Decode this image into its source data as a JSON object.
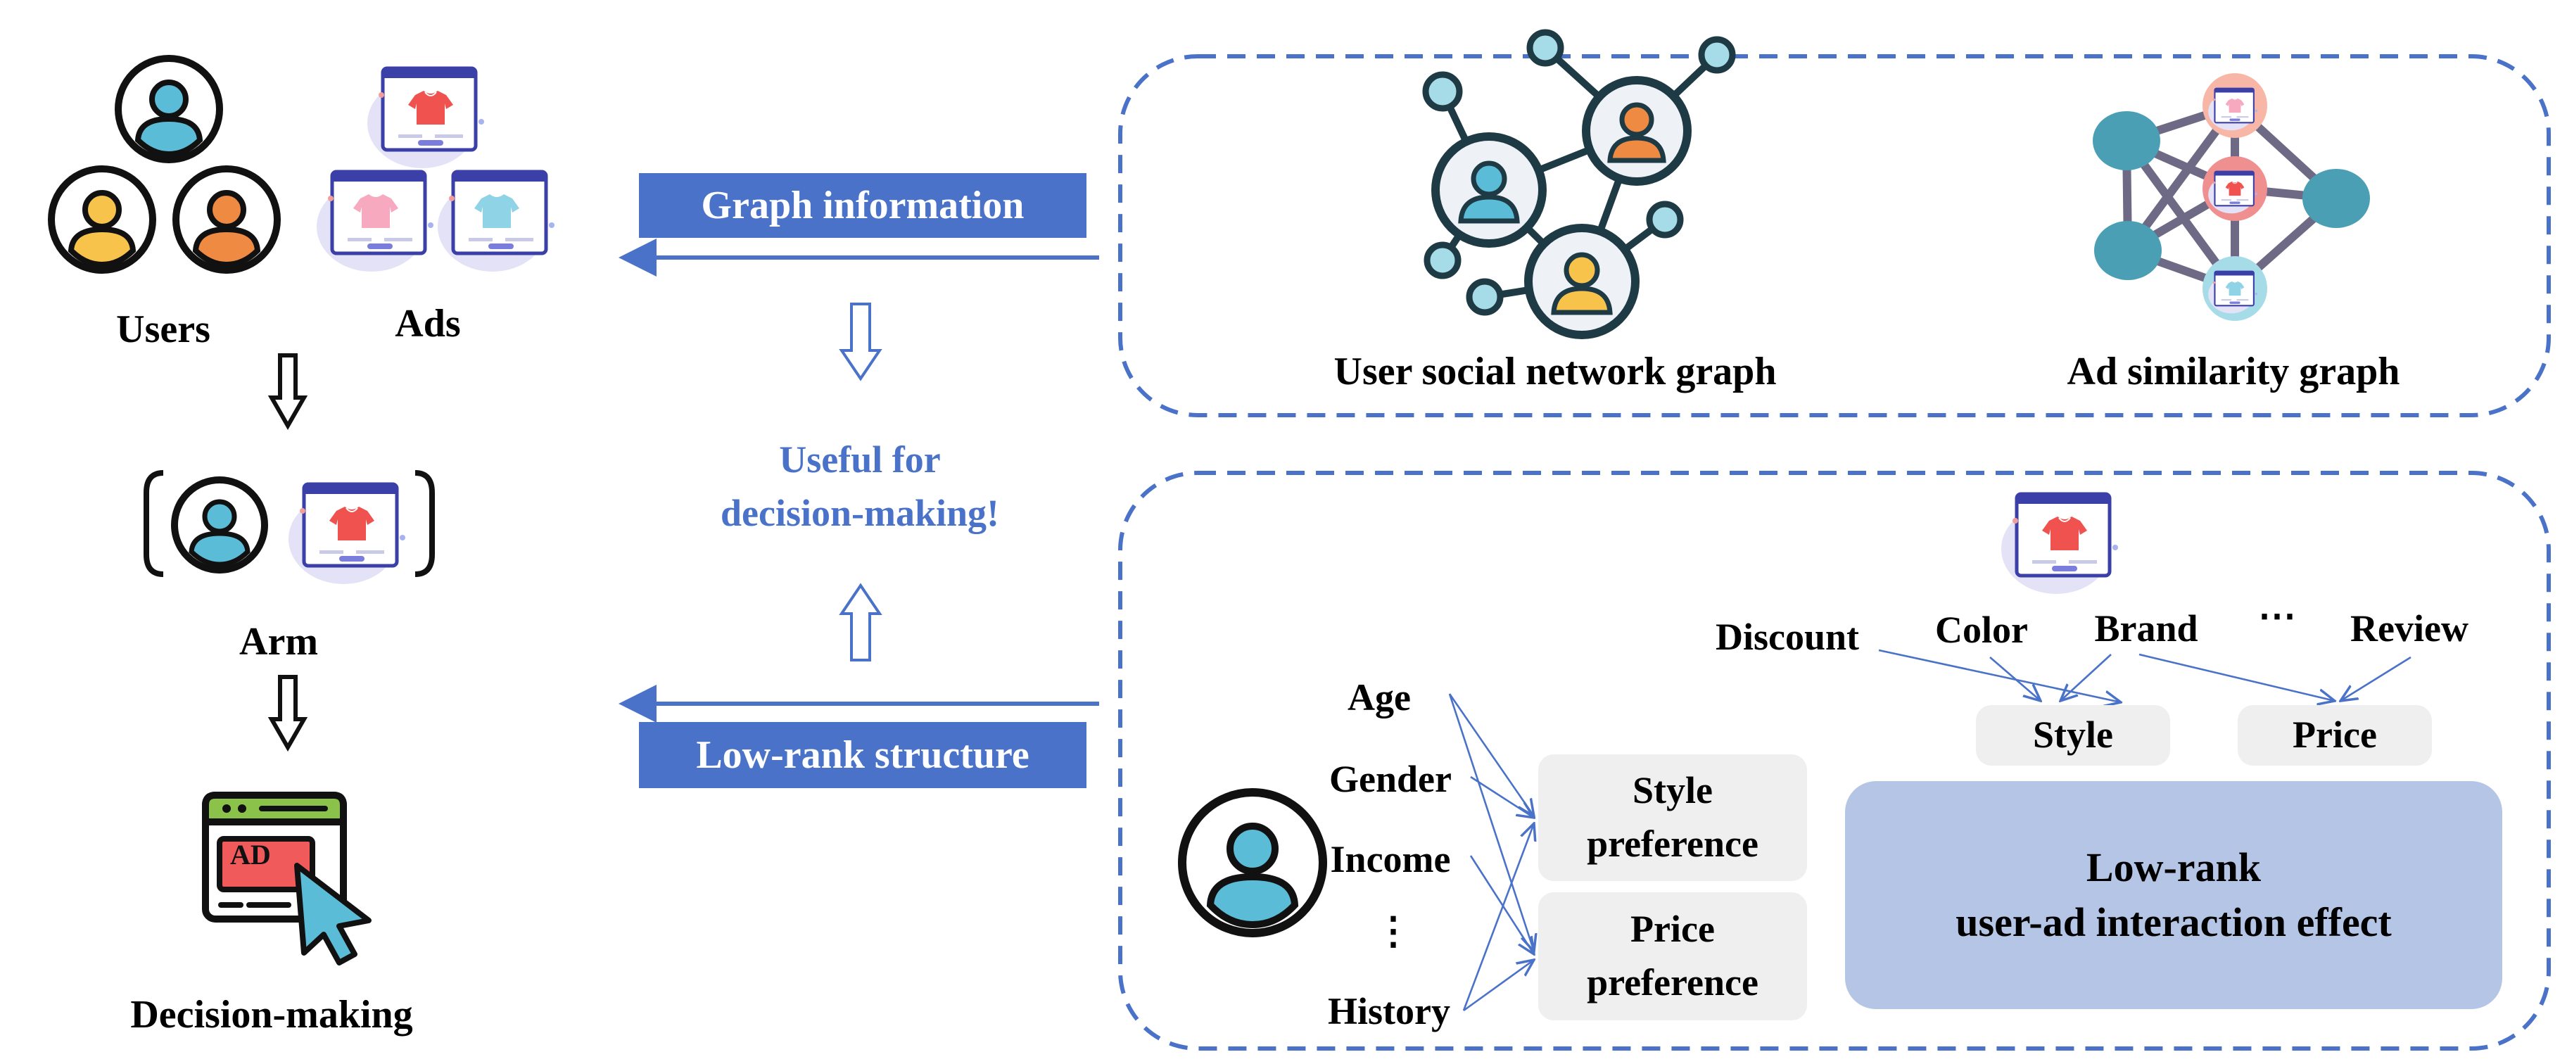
{
  "left": {
    "users_label": "Users",
    "ads_label": "Ads",
    "arm_label": "Arm",
    "decision_label": "Decision-making",
    "ad_icon_text": "AD"
  },
  "middle": {
    "graph_info": "Graph information",
    "useful_line1": "Useful for",
    "useful_line2": "decision-making!",
    "low_rank": "Low-rank structure"
  },
  "top_panel": {
    "social_graph_label": "User social network graph",
    "ad_graph_label": "Ad similarity graph"
  },
  "bottom_panel": {
    "user_attrs": [
      "Age",
      "Gender",
      "Income",
      "⋮",
      "History"
    ],
    "style_pref": [
      "Style",
      "preference"
    ],
    "price_pref": [
      "Price",
      "preference"
    ],
    "ad_attrs": [
      "Discount",
      "Color",
      "Brand",
      "⋯",
      "Review"
    ],
    "ad_groups": [
      "Style",
      "Price"
    ],
    "low_rank_box": [
      "Low-rank",
      "user-ad interaction effect"
    ]
  },
  "colors": {
    "accent_blue": "#4a72c9",
    "dashed_border": "#4a72c9",
    "user_blue": "#5bbcd8",
    "user_yellow": "#f7c34b",
    "user_orange": "#ef8a43",
    "node_teal": "#4a9fb5",
    "edge_purple": "#6e6a86",
    "lowrank_fill": "#b4c5e6",
    "gray_box": "#efefef"
  }
}
